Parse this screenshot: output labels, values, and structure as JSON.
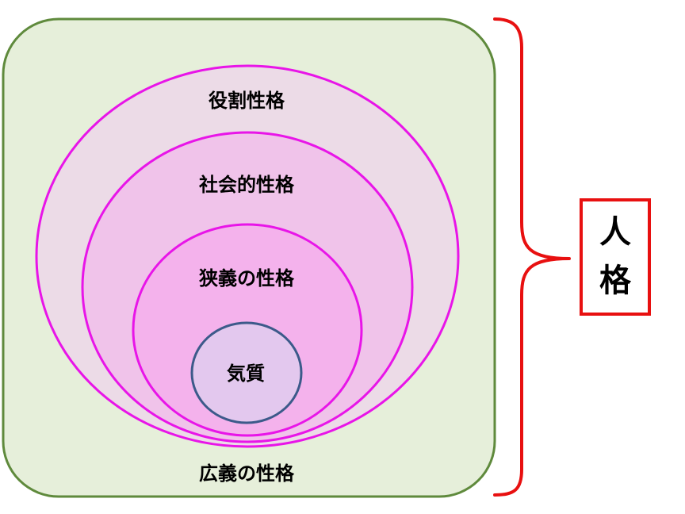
{
  "diagram": {
    "outer_label": "広義の性格",
    "layers": [
      {
        "label": "役割性格"
      },
      {
        "label": "社会的性格"
      },
      {
        "label": "狭義の性格"
      },
      {
        "label": "気質"
      }
    ],
    "bracket_label_line1": "人",
    "bracket_label_line2": "格"
  },
  "colors": {
    "outer_fill": "#e6efda",
    "outer_stroke": "#5f8a3c",
    "ellipse_stroke": "#e815e8",
    "layer1_fill": "#ecdbe7",
    "layer2_fill": "#f0c3ea",
    "layer3_fill": "#f4b2ec",
    "core_fill": "#e3c8ee",
    "core_stroke": "#3c5a8a",
    "bracket": "#e81010"
  }
}
